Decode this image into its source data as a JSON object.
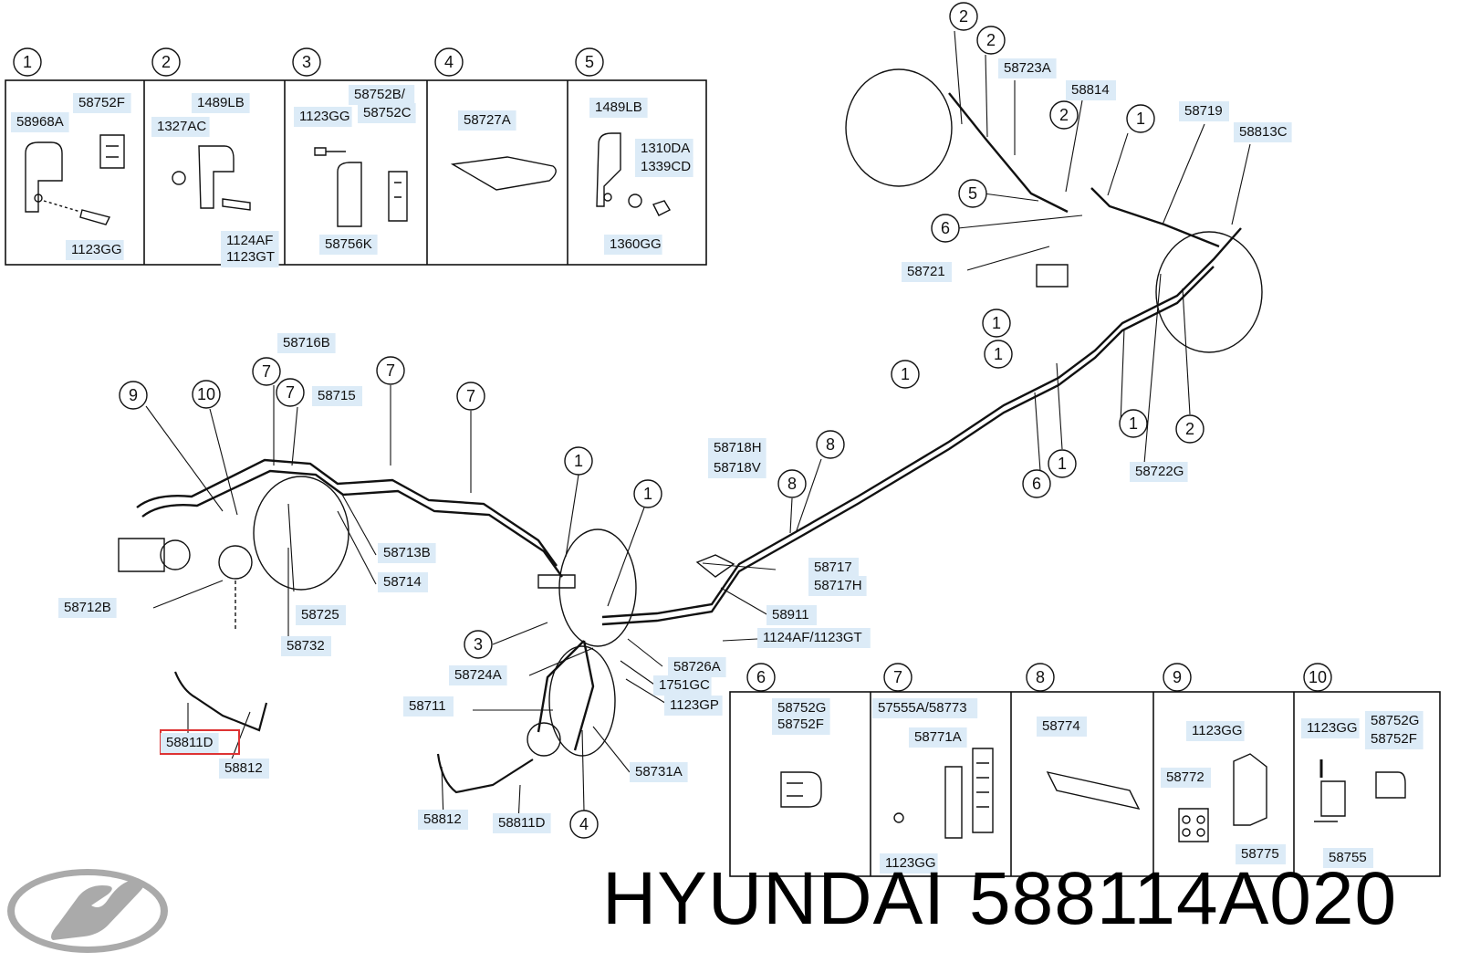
{
  "brand": {
    "name": "HYUNDAI",
    "part_number": "588114A020",
    "logo": "hyundai-logo"
  },
  "highlight_color": "#dd3333",
  "label_bg_color": "#dcebf7",
  "insets_top": [
    {
      "num": "1",
      "parts": [
        "58752F",
        "58968A",
        "1123GG"
      ]
    },
    {
      "num": "2",
      "parts": [
        "1489LB",
        "1327AC",
        "1124AF",
        "1123GT"
      ]
    },
    {
      "num": "3",
      "parts": [
        "58752B/",
        "58752C",
        "1123GG",
        "58756K"
      ]
    },
    {
      "num": "4",
      "parts": [
        "58727A"
      ]
    },
    {
      "num": "5",
      "parts": [
        "1489LB",
        "1310DA",
        "1339CD",
        "1360GG"
      ]
    }
  ],
  "insets_bottom": [
    {
      "num": "6",
      "parts": [
        "58752G",
        "58752F"
      ]
    },
    {
      "num": "7",
      "parts": [
        "57555A/58773",
        "58771A",
        "1123GG"
      ]
    },
    {
      "num": "8",
      "parts": [
        "58774"
      ]
    },
    {
      "num": "9",
      "parts": [
        "1123GG",
        "58772",
        "58775"
      ]
    },
    {
      "num": "10",
      "parts": [
        "1123GG",
        "58752G",
        "58752F",
        "58755"
      ]
    }
  ],
  "main_labels": [
    "58723A",
    "58814",
    "58719",
    "58813C",
    "58721",
    "58722G",
    "58716B",
    "58715",
    "58713B",
    "58714",
    "58712B",
    "58725",
    "58732",
    "58718H",
    "58718V",
    "58717",
    "58717H",
    "58911",
    "1124AF/1123GT",
    "58726A",
    "1751GC",
    "1123GP",
    "58724A",
    "58711",
    "58731A",
    "58812",
    "58811D",
    "58812",
    "58811D"
  ],
  "main_callouts": [
    "2",
    "2",
    "2",
    "1",
    "5",
    "6",
    "1",
    "1",
    "1",
    "1",
    "1",
    "6",
    "2",
    "9",
    "10",
    "7",
    "7",
    "7",
    "7",
    "1",
    "1",
    "8",
    "8",
    "3",
    "4"
  ]
}
